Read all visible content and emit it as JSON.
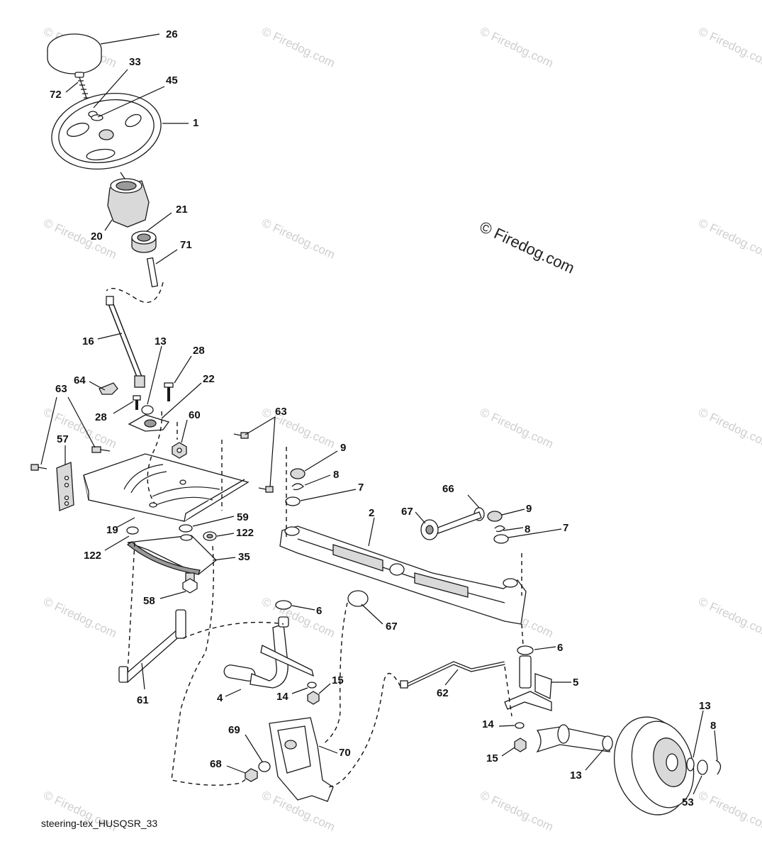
{
  "watermark": "© Firedog.com",
  "copyright": "© Firedog.com",
  "diagram_ref": "steering-tex_HUSQSR_33",
  "callouts": [
    "26",
    "33",
    "72",
    "45",
    "1",
    "21",
    "20",
    "71",
    "16",
    "13",
    "28",
    "64",
    "22",
    "63",
    "28",
    "60",
    "63",
    "57",
    "9",
    "8",
    "7",
    "66",
    "67",
    "9",
    "8",
    "7",
    "2",
    "19",
    "59",
    "122",
    "122",
    "35",
    "58",
    "6",
    "67",
    "6",
    "5",
    "61",
    "4",
    "14",
    "15",
    "62",
    "13",
    "8",
    "14",
    "15",
    "13",
    "69",
    "70",
    "68",
    "53"
  ]
}
